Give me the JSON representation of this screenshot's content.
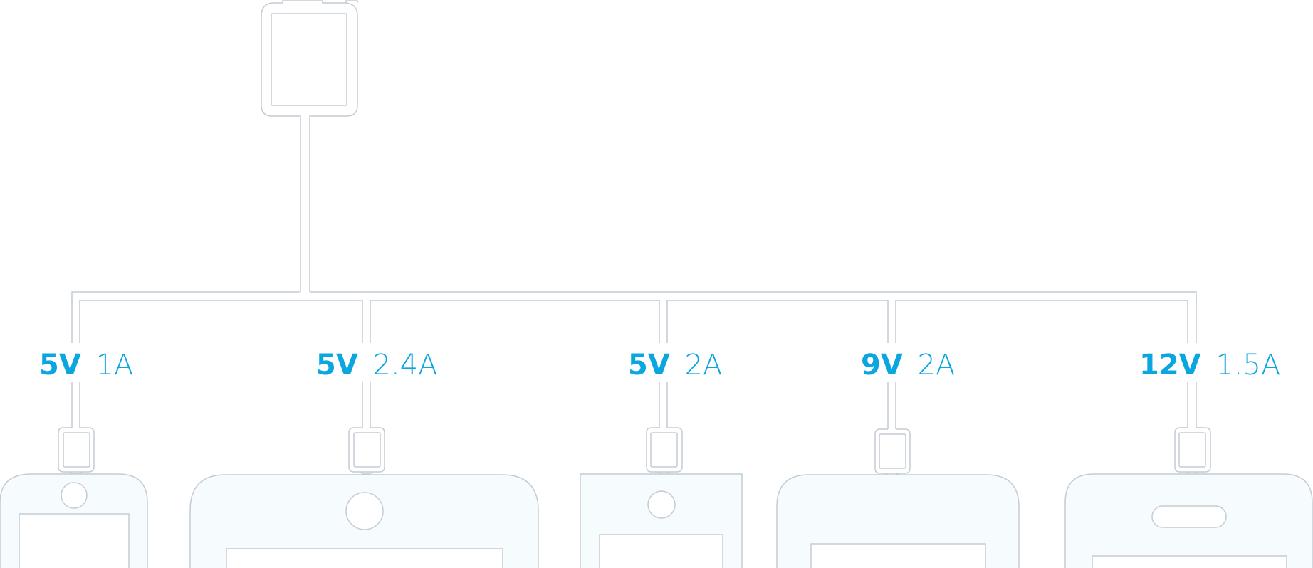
{
  "outputs": [
    {
      "voltage": "5V",
      "current": "1A",
      "device": "phone-small"
    },
    {
      "voltage": "5V",
      "current": "2.4A",
      "device": "tablet"
    },
    {
      "voltage": "5V",
      "current": "2A",
      "device": "phone-square"
    },
    {
      "voltage": "9V",
      "current": "2A",
      "device": "phone-large"
    },
    {
      "voltage": "12V",
      "current": "1.5A",
      "device": "phone-slot"
    }
  ],
  "colors": {
    "label": "#0aa6e0",
    "line": "#c3ccd4",
    "device_fill": "#f6fbfd"
  }
}
